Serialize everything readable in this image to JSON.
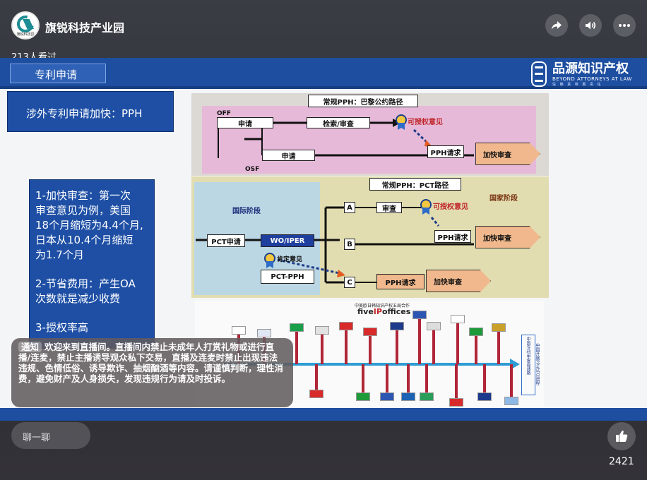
{
  "header": {
    "channel_name": "旗锐科技产业园",
    "logo_text": "旗锐科技园",
    "viewers": "213人看过",
    "icons": [
      "share-icon",
      "volume-icon",
      "more-icon"
    ]
  },
  "slide": {
    "section_tab": "专利申请",
    "firm": {
      "name_cn": "品源知识产权",
      "name_en": "BEYOND ATTORNEYS AT LAW",
      "tagline": "信 赖 意 味 着 责 任"
    },
    "title": "涉外专利申请加快：PPH",
    "benefits": [
      "1-加快审查：第一次\n审查意见为例，美国\n18个月缩短为4.4个月,\n日本从10.4个月缩短\n为1.7个月",
      "2-节省费用：产生OA\n次数就是减少收费",
      "3-授权率高"
    ],
    "diagram_paris": {
      "title": "常规PPH：巴黎公约路径",
      "off": "OFF",
      "osf": "OSF",
      "apply1": "申请",
      "exam": "检索/审查",
      "apply2": "申请",
      "allow": "可授权意见",
      "pph_request": "PPH请求",
      "accelerate": "加快审查"
    },
    "diagram_pct": {
      "title": "常规PPH：PCT路径",
      "intl_phase": "国际阶段",
      "national_phase": "国家阶段",
      "pct_apply": "PCT申请",
      "wo_iper": "WO/IPER",
      "positive": "肯定意见",
      "pct_pph": "PCT-PPH",
      "route_a": "A",
      "route_b": "B",
      "route_c": "C",
      "exam": "审查",
      "allow": "可授权意见",
      "pph_request_b": "PPH请求",
      "accel_b": "加快审查",
      "pph_request_c": "PPH请求",
      "accel_c": "加快审查"
    },
    "timeline": {
      "fiveipo_prefix": "five",
      "fiveipo_ip": "IP",
      "fiveipo_suffix": "offices",
      "caption": "中国开展PPH试点进程",
      "top_note": "中美欧日韩知识产权五局合作",
      "side_label": "中国专利审查高速路"
    }
  },
  "notice": {
    "tag": "通知",
    "text": "欢迎来到直播间。直播间内禁止未成年人打赏礼物或进行直播/连麦，禁止主播诱导观众私下交易，直播及连麦时禁止出现违法违规、色情低俗、诱导欺诈、抽烟酗酒等内容。请谨慎判断，理性消费，避免财产及人身损失，发现违规行为请及时投诉。"
  },
  "footer": {
    "chat_placeholder": "聊一聊",
    "like_count": "2421"
  },
  "colors": {
    "slide_blue": "#1d4ea0",
    "pph_arrow": "#f0b88c",
    "intl_phase_bg": "#bcd7e4",
    "paris_bg": "#e6b9d8"
  }
}
